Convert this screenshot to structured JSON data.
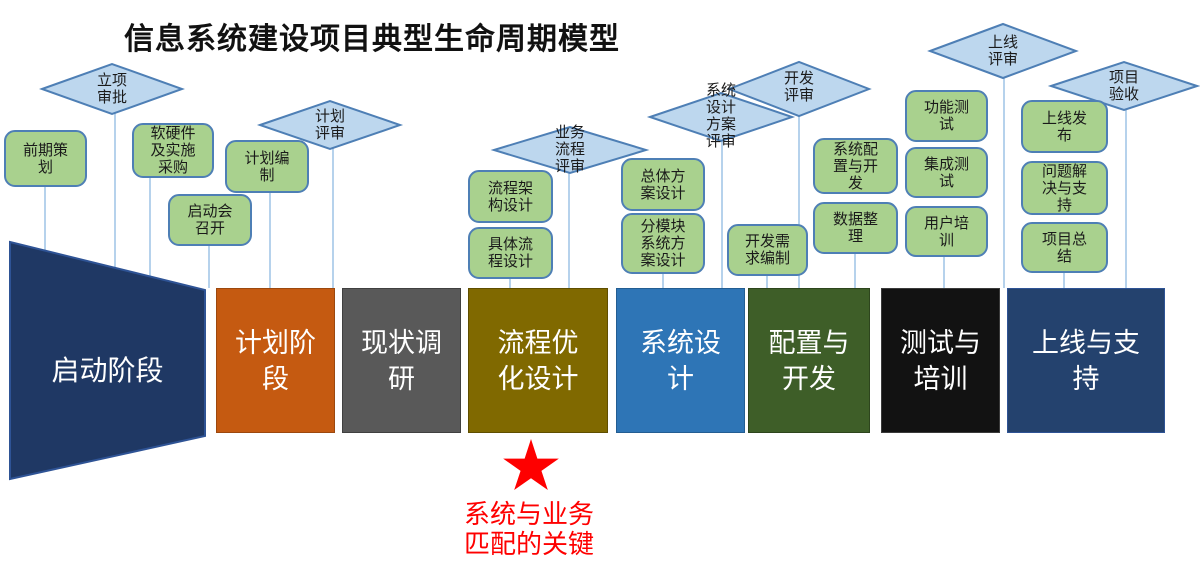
{
  "title": "信息系统建设项目典型生命周期模型",
  "milestones": [
    {
      "label": "立项审批"
    },
    {
      "label": "计划评审"
    },
    {
      "label": "业务流程评审"
    },
    {
      "label": "系统设计方案评审"
    },
    {
      "label": "开发评审"
    },
    {
      "label": "上线评审"
    },
    {
      "label": "项目验收"
    }
  ],
  "tasks": [
    {
      "label": "前期策划"
    },
    {
      "label": "软硬件及实施采购"
    },
    {
      "label": "计划编制"
    },
    {
      "label": "启动会召开"
    },
    {
      "label": "流程架构设计"
    },
    {
      "label": "具体流程设计"
    },
    {
      "label": "总体方案设计"
    },
    {
      "label": "分模块系统方案设计"
    },
    {
      "label": "开发需求编制"
    },
    {
      "label": "系统配置与开发"
    },
    {
      "label": "数据整理"
    },
    {
      "label": "功能测试"
    },
    {
      "label": "集成测试"
    },
    {
      "label": "用户培训"
    },
    {
      "label": "上线发布"
    },
    {
      "label": "问题解决与支持"
    },
    {
      "label": "项目总结"
    }
  ],
  "phases": [
    {
      "label": "启动阶段",
      "color": "#1F3864"
    },
    {
      "label": "计划阶段",
      "color": "#C55A11"
    },
    {
      "label": "现状调研",
      "color": "#595959"
    },
    {
      "label": "流程优化设计",
      "color": "#806900"
    },
    {
      "label": "系统设计",
      "color": "#2E75B6"
    },
    {
      "label": "配置与开发",
      "color": "#3E5E28"
    },
    {
      "label": "测试与培训",
      "color": "#121212"
    },
    {
      "label": "上线与支持",
      "color": "#24426E"
    }
  ],
  "annotation": {
    "text": "系统与业务匹配的关键",
    "color": "#FE0000"
  },
  "style_colors": {
    "milestone_fill": "#BDD7EE",
    "milestone_border": "#4E7FB5",
    "task_fill": "#A9D18E",
    "task_border": "#4E7FB5",
    "connector": "#9DC3E6",
    "phase_text": "#FFFFFF"
  }
}
